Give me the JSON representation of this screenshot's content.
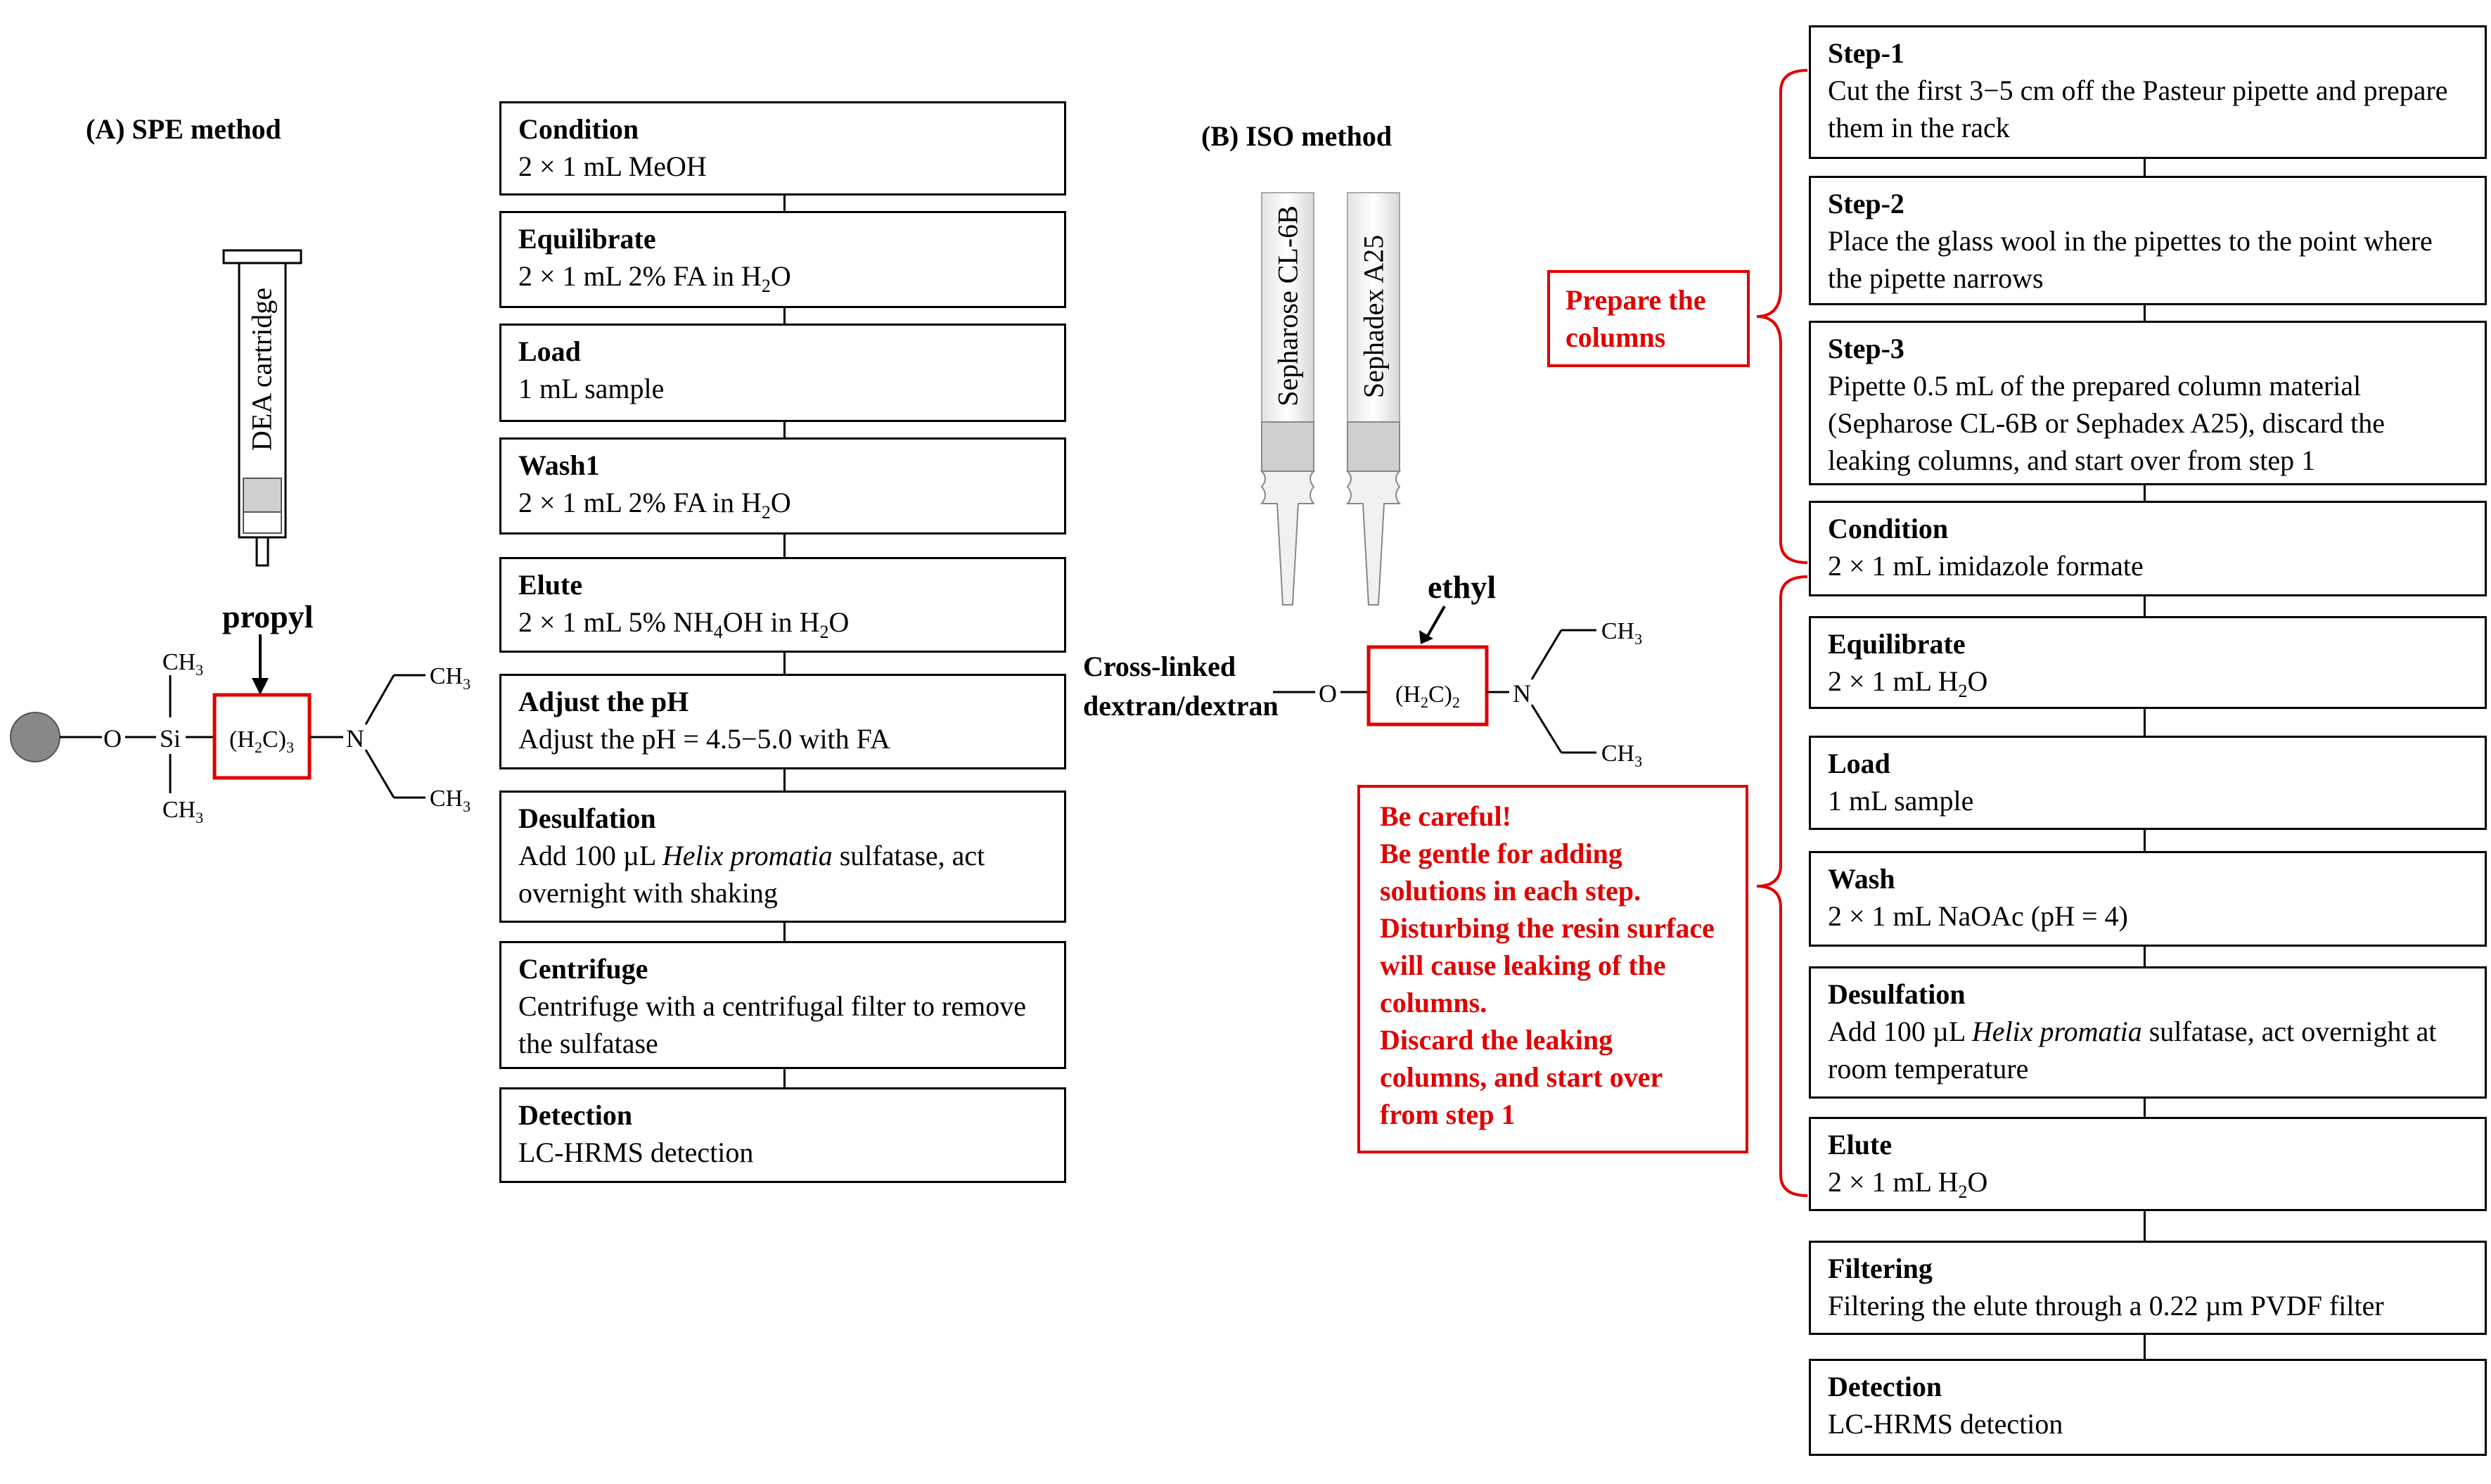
{
  "spe": {
    "heading": "(A) SPE method",
    "cartridge_label": "DEA cartridge",
    "propyl_label": "propyl",
    "chem": {
      "ch3": "CH",
      "ch3_sub": "3",
      "o": "O",
      "si": "Si",
      "n": "N",
      "h2c": "(H",
      "h2c_sub1": "2",
      "h2c_mid": "C)",
      "h2c_sub2": "3"
    },
    "steps": [
      {
        "title": "Condition",
        "desc": "2 × 1 mL MeOH"
      },
      {
        "title": "Equilibrate",
        "desc_a": "2 × 1 mL 2% FA in H",
        "desc_sub": "2",
        "desc_b": "O"
      },
      {
        "title": "Load",
        "desc": "1 mL sample"
      },
      {
        "title": "Wash1",
        "desc_a": "2 × 1 mL 2% FA in H",
        "desc_sub": "2",
        "desc_b": "O"
      },
      {
        "title": "Elute",
        "desc_a": "2 × 1 mL 5% NH",
        "desc_sub": "4",
        "desc_b": "OH in H",
        "desc_sub2": "2",
        "desc_c": "O"
      },
      {
        "title": "Adjust the pH",
        "desc": "Adjust the pH = 4.5−5.0 with FA"
      },
      {
        "title": "Desulfation",
        "desc_a": "Add 100 µL ",
        "desc_italic": "Helix promatia",
        "desc_b": " sulfatase, act overnight with shaking"
      },
      {
        "title": "Centrifuge",
        "desc": "Centrifuge with a centrifugal filter to remove the sulfatase"
      },
      {
        "title": "Detection",
        "desc": "LC-HRMS detection"
      }
    ]
  },
  "iso": {
    "heading": "(B) ISO method",
    "column1_label": "Sepharose CL-6B",
    "column2_label": "Sephadex A25",
    "ethyl_label": "ethyl",
    "crosslinked_line1": "Cross-linked",
    "crosslinked_line2": "dextran/dextran",
    "chem": {
      "o": "O",
      "n": "N",
      "ch3": "CH",
      "ch3_sub": "3",
      "h2c": "(H",
      "h2c_sub1": "2",
      "h2c_mid": "C)",
      "h2c_sub2": "2"
    },
    "prepare_label": "Prepare the columns",
    "warning": {
      "line1": "Be careful!",
      "line2": "Be gentle for adding solutions in each step. Disturbing the resin surface will cause leaking of the columns.",
      "line3": "Discard the leaking columns, and start over from step 1"
    },
    "steps": [
      {
        "title": "Step-1",
        "desc": "Cut the first 3−5 cm off the Pasteur pipette and prepare them in the rack"
      },
      {
        "title": "Step-2",
        "desc": "Place the glass wool in the pipettes to the point where the pipette narrows"
      },
      {
        "title": "Step-3",
        "desc": "Pipette 0.5 mL of the prepared column material (Sepharose CL-6B or Sephadex A25), discard the leaking columns, and start over from step 1"
      },
      {
        "title": "Condition",
        "desc": "2 × 1 mL imidazole formate"
      },
      {
        "title": "Equilibrate",
        "desc_a": "2 × 1 mL H",
        "desc_sub": "2",
        "desc_b": "O"
      },
      {
        "title": "Load",
        "desc": "1 mL sample"
      },
      {
        "title": "Wash",
        "desc": "2 × 1 mL NaOAc (pH = 4)"
      },
      {
        "title": "Desulfation",
        "desc_a": "Add 100 µL ",
        "desc_italic": "Helix promatia",
        "desc_b": " sulfatase, act overnight at room temperature"
      },
      {
        "title": "Elute",
        "desc_a": "2 × 1 mL H",
        "desc_sub": "2",
        "desc_b": "O"
      },
      {
        "title": "Filtering",
        "desc": "Filtering the elute through a 0.22 µm PVDF filter"
      },
      {
        "title": "Detection",
        "desc": "LC-HRMS detection"
      }
    ]
  },
  "colors": {
    "red": "#e00000",
    "bead": "#888888"
  }
}
